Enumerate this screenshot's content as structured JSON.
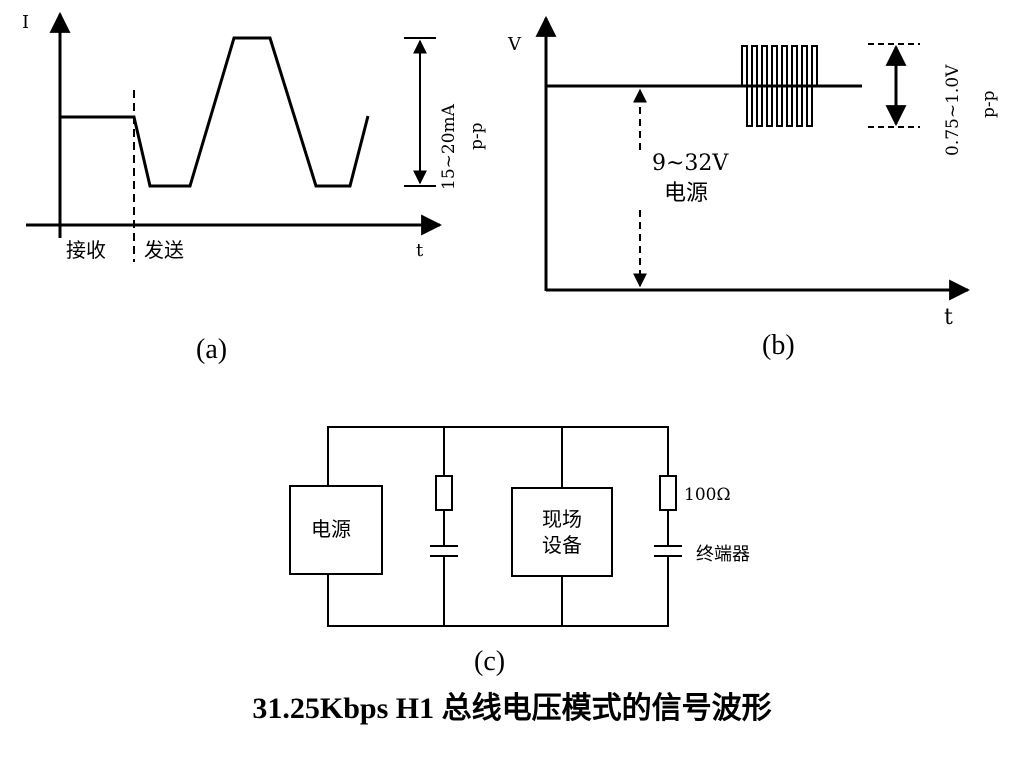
{
  "colors": {
    "ink": "#000000",
    "background": "#ffffff"
  },
  "figure_a": {
    "y_axis_label": "I",
    "x_axis_label": "t",
    "amplitude_label": "15~20mA",
    "amplitude_unit": "p-p",
    "receive_label": "接收",
    "send_label": "发送",
    "caption": "(a)"
  },
  "figure_b": {
    "y_axis_label": "V",
    "x_axis_label": "t",
    "supply_label": "9~32V",
    "supply_name": "电源",
    "signal_label": "0.75~1.0V",
    "signal_unit": "p-p",
    "caption": "(b)"
  },
  "figure_c": {
    "power_box": "电源",
    "device_box_line1": "现场",
    "device_box_line2": "设备",
    "resistor_label": "100Ω",
    "terminator_label": "终端器",
    "caption": "(c)"
  },
  "title": "31.25Kbps H1 总线电压模式的信号波形"
}
